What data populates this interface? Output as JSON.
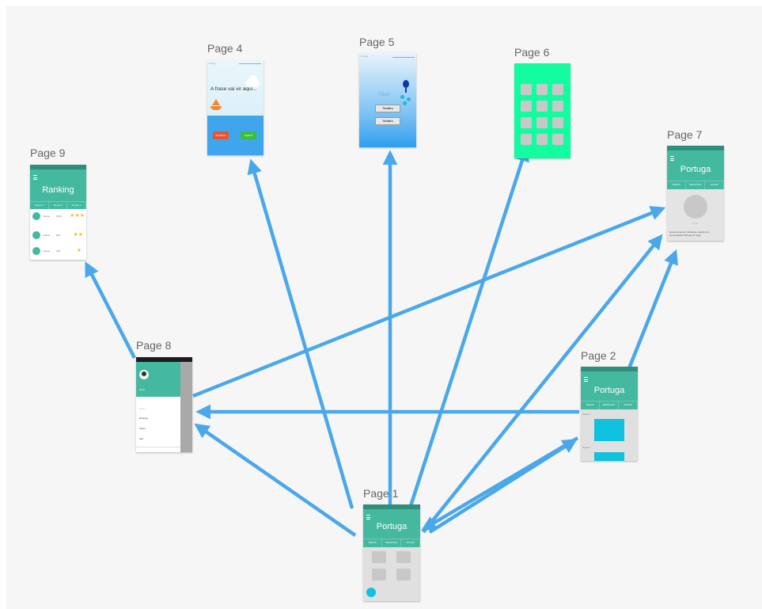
{
  "pages": {
    "p1": {
      "title": "Page 1",
      "header": "Portuga",
      "tabs": [
        "TEMAS",
        "DESAFIOS",
        "JOGAR"
      ]
    },
    "p2": {
      "title": "Page 2",
      "header": "Portuga",
      "tabs": [
        "TEMAS",
        "DESAFIOS",
        "JOGAR"
      ],
      "labels": [
        "Tema 1",
        "Tema 2"
      ]
    },
    "p4": {
      "title": "Page 4",
      "top": "Portug",
      "phrase": "A frase vai vir aqui...",
      "buttons": [
        "ERRADO",
        "CERTO"
      ]
    },
    "p5": {
      "title": "Page 5",
      "top": "Portug",
      "heading": "Título",
      "buttons": [
        "Tentativo",
        "Tentativo"
      ]
    },
    "p6": {
      "title": "Page 6"
    },
    "p7": {
      "title": "Page 7",
      "header": "Portuga",
      "tabs": [
        "TEMAS",
        "DESAFIOS",
        "JOGAR"
      ],
      "caption": "Texto",
      "body": "Nunca tema ter confiança, depois tem Comunidade Portuga do Jogo"
    },
    "p8": {
      "title": "Page 8",
      "profile": "Perfil",
      "menu": [
        "Início",
        "Ranking",
        "Sobre",
        "Sair"
      ]
    },
    "p9": {
      "title": "Page 9",
      "header": "Ranking",
      "tabs": [
        "Tempo 1",
        "Tempo 2",
        "Tempo 3"
      ],
      "rows": [
        {
          "name": "Fulano",
          "score": "1500",
          "stars": "★★★"
        },
        {
          "name": "Fulano",
          "score": "900",
          "stars": "★★"
        },
        {
          "name": "Fulano",
          "score": "400",
          "stars": "★"
        }
      ]
    }
  },
  "colors": {
    "arrow": "#4aa8ea",
    "teal": "#45b8a0",
    "green": "#13fca0",
    "sky": "#2f9ef0"
  },
  "arrows": [
    {
      "from": "Page 1",
      "to": "Page 8"
    },
    {
      "from": "Page 1",
      "to": "Page 4"
    },
    {
      "from": "Page 1",
      "to": "Page 5"
    },
    {
      "from": "Page 1",
      "to": "Page 6"
    },
    {
      "from": "Page 1",
      "to": "Page 7"
    },
    {
      "from": "Page 1",
      "to": "Page 2"
    },
    {
      "from": "Page 2",
      "to": "Page 1"
    },
    {
      "from": "Page 2",
      "to": "Page 7"
    },
    {
      "from": "Page 2",
      "to": "Page 8"
    },
    {
      "from": "Page 8",
      "to": "Page 9"
    },
    {
      "from": "Page 8",
      "to": "Page 7"
    }
  ]
}
